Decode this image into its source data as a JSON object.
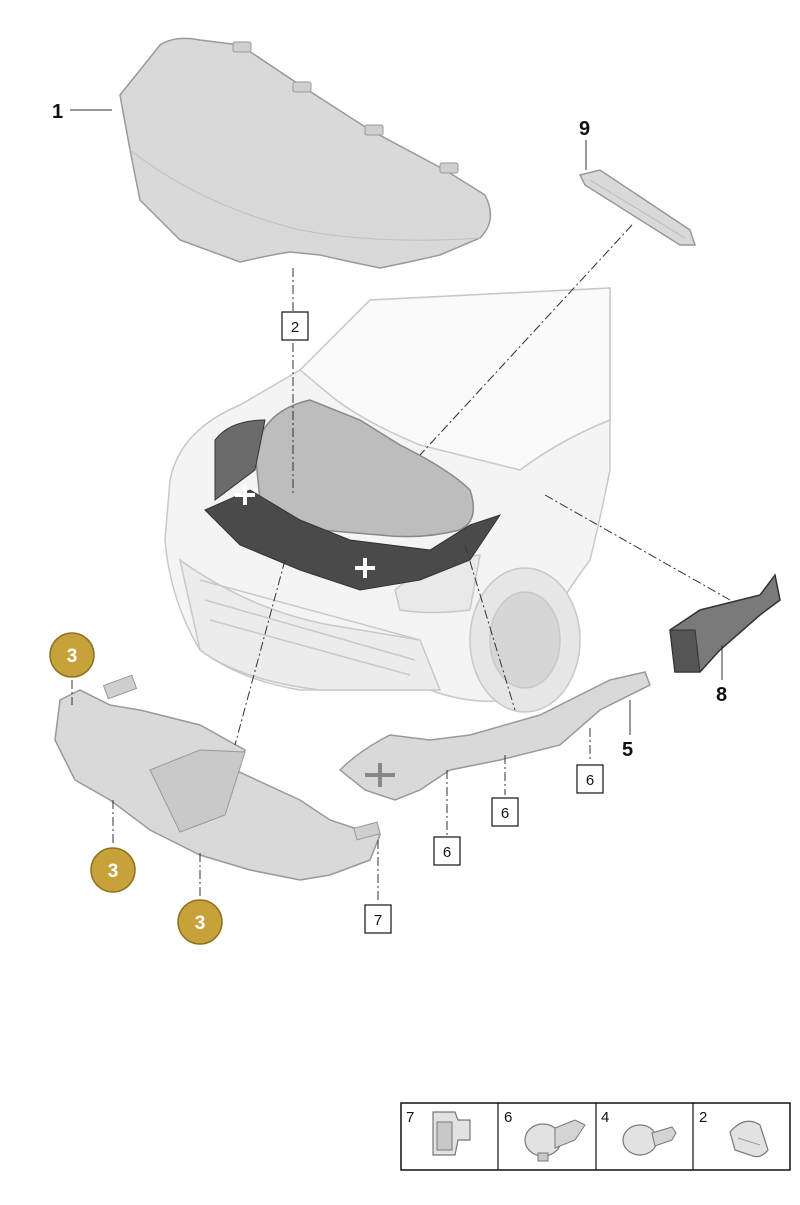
{
  "callouts": {
    "part_1": "1",
    "part_5": "5",
    "part_8": "8",
    "part_9": "9"
  },
  "boxed_labels": {
    "part_2": "2",
    "part_6a": "6",
    "part_6b": "6",
    "part_6c": "6",
    "part_7": "7"
  },
  "badges": {
    "part_3a": "3",
    "part_3b": "3",
    "part_3c": "3"
  },
  "legend": [
    {
      "number": "7",
      "icon": "clip-icon"
    },
    {
      "number": "6",
      "icon": "expansion-rivet-icon"
    },
    {
      "number": "4",
      "icon": "push-pin-icon"
    },
    {
      "number": "2",
      "icon": "spring-clip-icon"
    }
  ],
  "colors": {
    "badge_fill": "#c7a23a",
    "badge_stroke": "#8d7220",
    "part_fill": "#d9d9d9",
    "car_line": "#c8c8c8"
  }
}
